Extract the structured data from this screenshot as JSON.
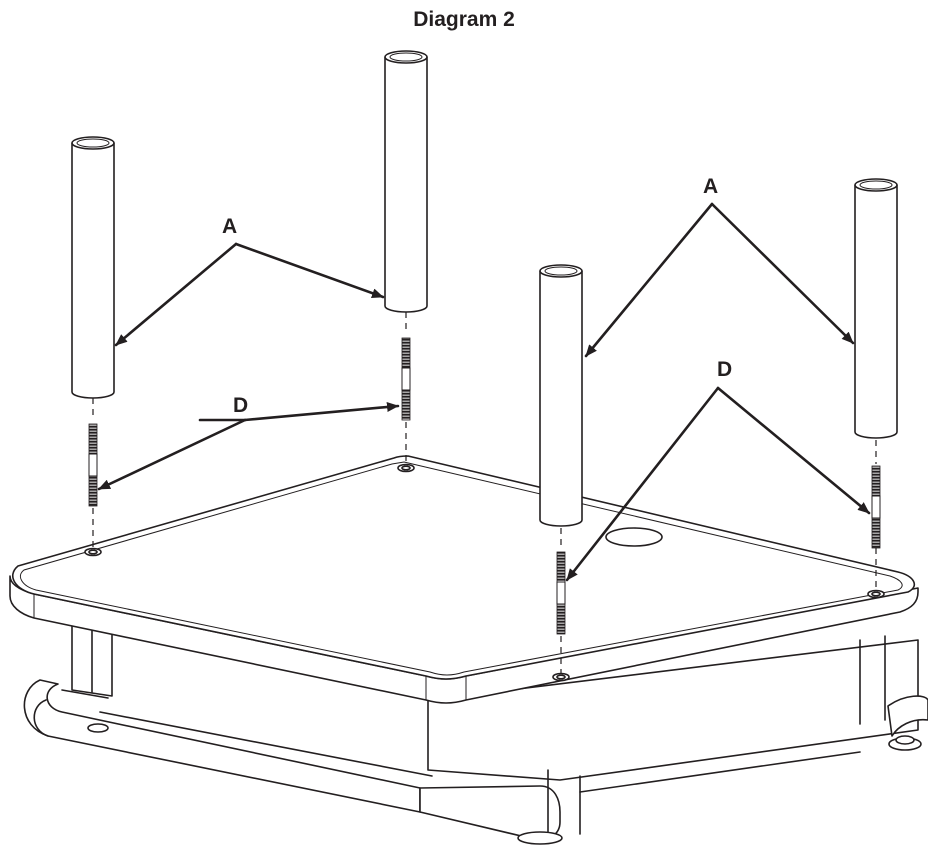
{
  "title": "Diagram 2",
  "labels": {
    "a_left": "A",
    "a_right": "A",
    "d_left": "D",
    "d_right": "D"
  },
  "colors": {
    "ink": "#231f20",
    "paper": "#ffffff"
  }
}
